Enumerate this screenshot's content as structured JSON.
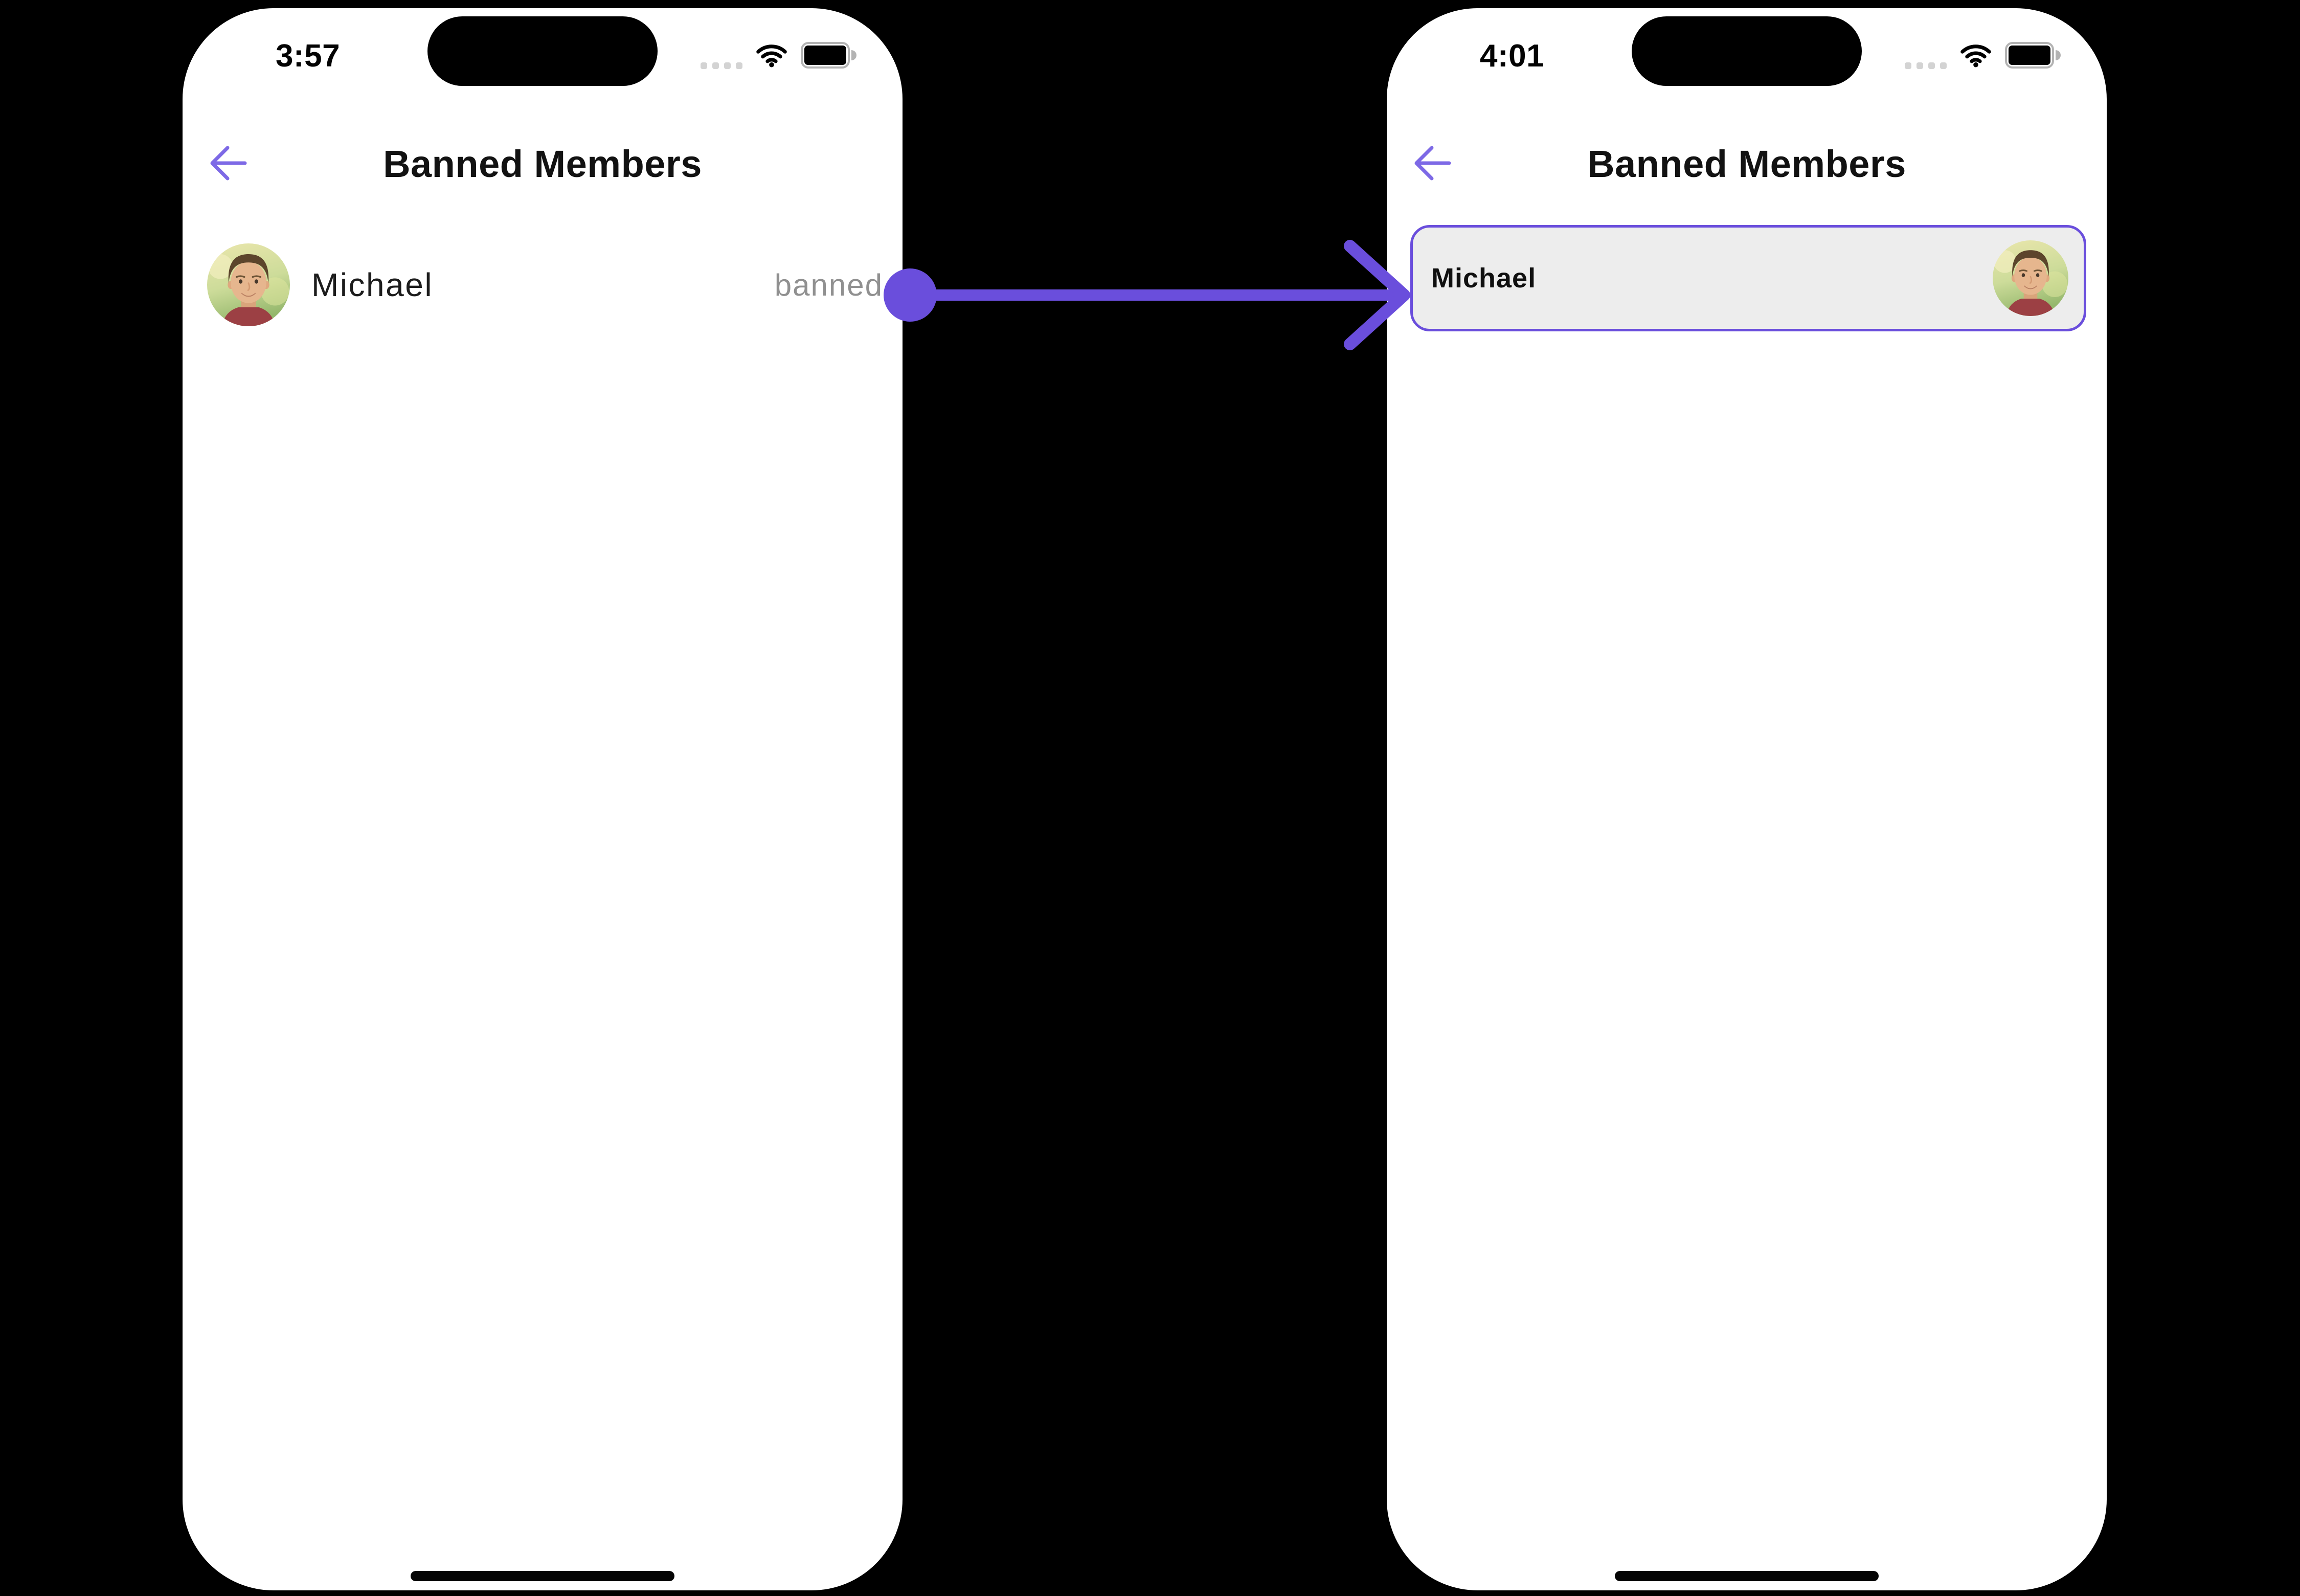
{
  "colors": {
    "canvas_bg": "#000000",
    "phone_bg": "#FFFFFF",
    "accent_purple": "#6A4EDC",
    "back_arrow_purple": "#7D69E6",
    "banned_text_gray": "#909090",
    "card_bg": "#EDEDED",
    "signal_dot_gray": "#D3D3D3"
  },
  "left_phone": {
    "status_bar": {
      "time": "3:57"
    },
    "header": {
      "title": "Banned Members"
    },
    "members": [
      {
        "name": "Michael",
        "status": "banned"
      }
    ]
  },
  "right_phone": {
    "status_bar": {
      "time": "4:01"
    },
    "header": {
      "title": "Banned Members"
    },
    "members": [
      {
        "name": "Michael"
      }
    ]
  }
}
